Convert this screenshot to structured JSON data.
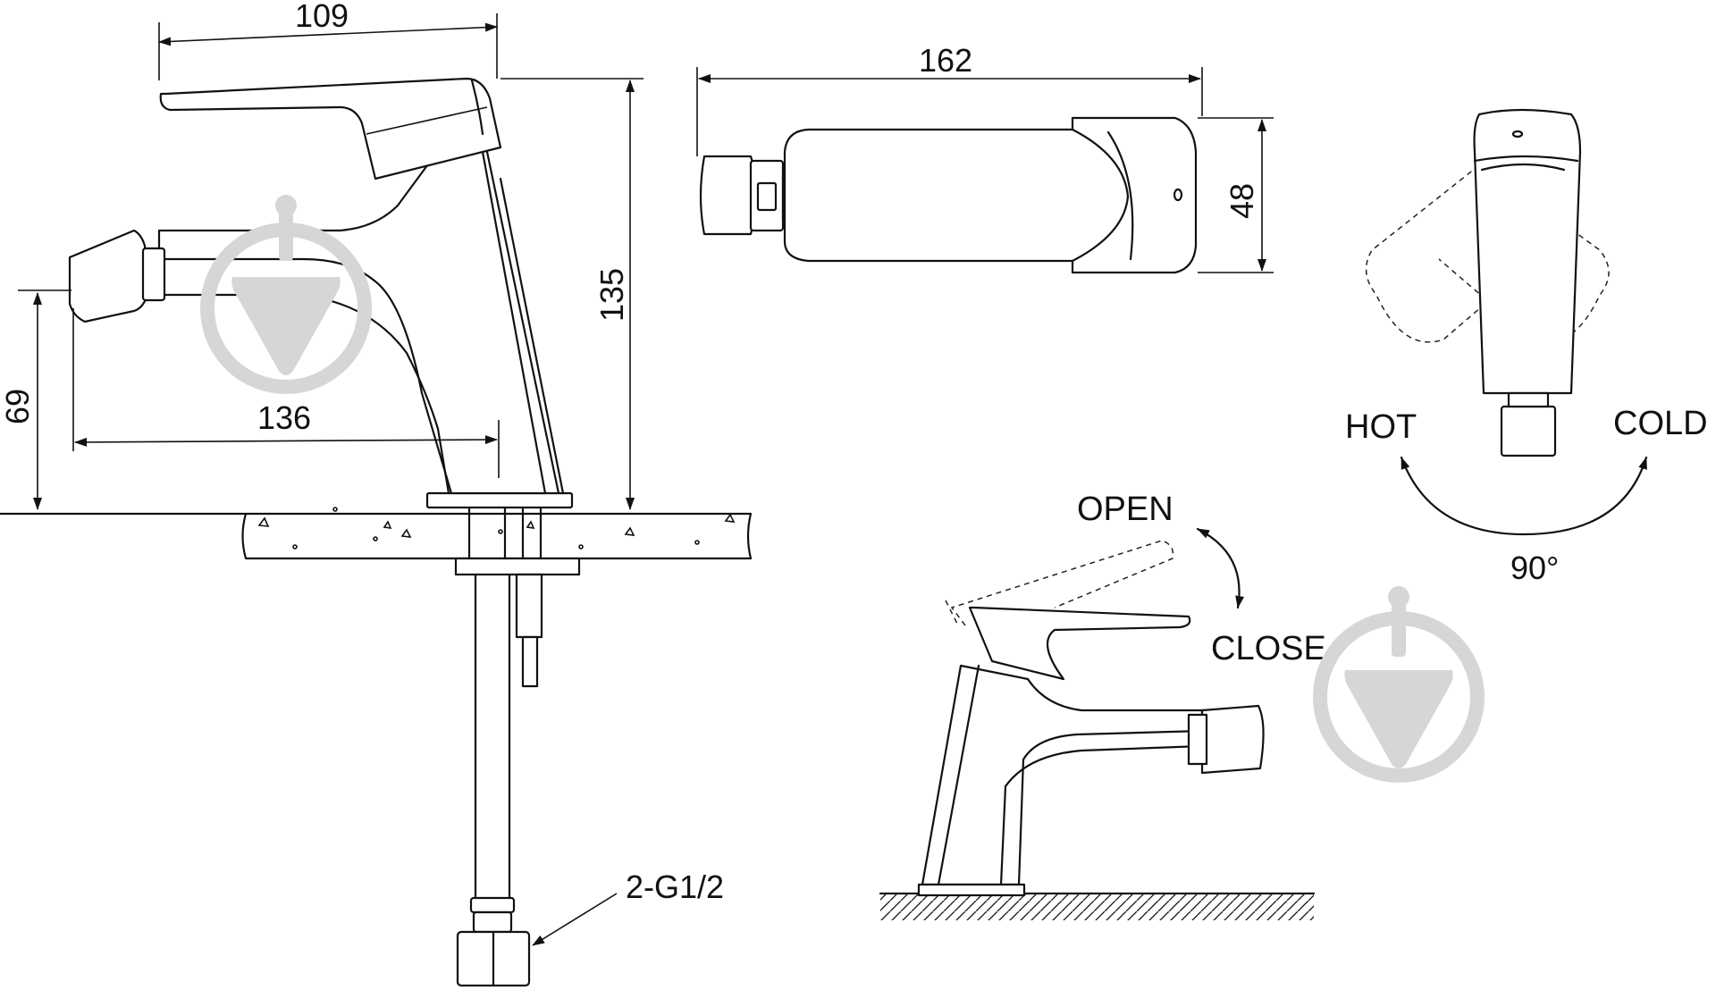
{
  "dimensions": {
    "lever_reach": "109",
    "total_length": "162",
    "body_width": "48",
    "total_height": "135",
    "spout_height": "69",
    "spout_reach": "136"
  },
  "labels": {
    "hot": "HOT",
    "cold": "COLD",
    "rotation_angle": "90°",
    "open": "OPEN",
    "close": "CLOSE",
    "connection": "2-G1/2"
  },
  "watermark": {
    "icon": "download-arrow-icon",
    "color": "#d6d6d6"
  }
}
